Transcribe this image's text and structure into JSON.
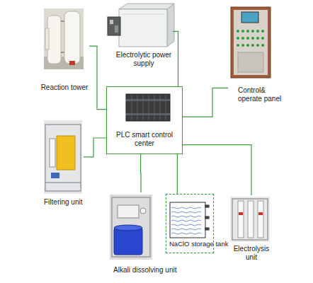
{
  "diagram": {
    "nodes": [
      {
        "text": [
          "Reaction tower"
        ]
      },
      {
        "text": [
          "Electrolytic power supply"
        ]
      },
      {
        "text": [
          "Control& operate panel"
        ]
      },
      {
        "text": [
          "PLC smart control center"
        ]
      },
      {
        "text": [
          "Filtering unit"
        ]
      },
      {
        "text": [
          "Alkali dissolving unit"
        ]
      },
      {
        "text": [
          "NaClO storage tank"
        ]
      },
      {
        "text": [
          "Electrolysis unit"
        ]
      }
    ],
    "edges": [
      {
        "from": 0,
        "to": 3,
        "arrow": "none"
      },
      {
        "from": 1,
        "to": 3,
        "arrow": "none"
      },
      {
        "from": 2,
        "to": 3,
        "arrow": "none"
      },
      {
        "from": 4,
        "to": 3,
        "arrow": "none"
      },
      {
        "from": 5,
        "to": 3,
        "arrow": "none"
      },
      {
        "from": 6,
        "to": 3,
        "arrow": "none"
      },
      {
        "from": 7,
        "to": 3,
        "arrow": "none"
      }
    ]
  }
}
